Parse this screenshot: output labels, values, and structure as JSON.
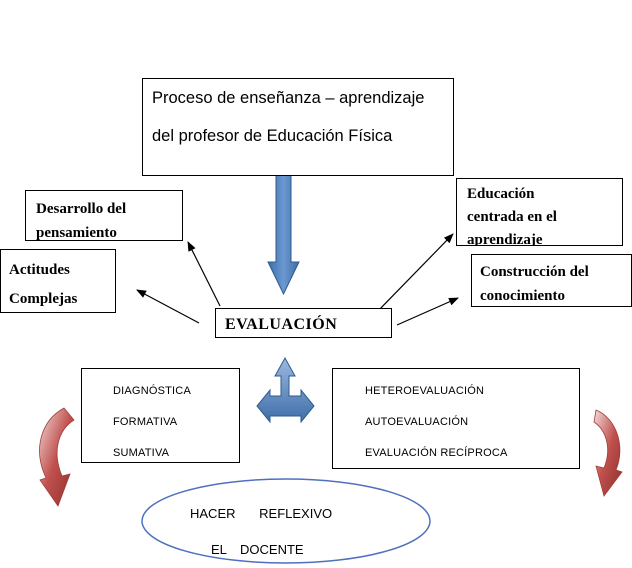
{
  "top_box": {
    "line1": "Proceso de enseñanza – aprendizaje",
    "line2": "del profesor de Educación Física"
  },
  "desarrollo": {
    "line1": "Desarrollo del",
    "line2": "pensamiento"
  },
  "actitudes": {
    "line1": "Actitudes",
    "line2": "Complejas"
  },
  "educacion": {
    "line1": "Educación",
    "line2": "centrada en el",
    "line3": "aprendizaje"
  },
  "construccion": {
    "line1": "Construcción del",
    "line2": "conocimiento"
  },
  "evaluacion": {
    "label": "EVALUACIÓN"
  },
  "left_list": {
    "items": [
      "DIAGNÓSTICA",
      "FORMATIVA",
      "SUMATIVA"
    ]
  },
  "right_list": {
    "items": [
      "HETEROEVALUACIÓN",
      "AUTOEVALUACIÓN",
      "EVALUACIÓN RECÍPROCA"
    ]
  },
  "ellipse": {
    "line1a": "HACER",
    "line1b": "REFLEXIVO",
    "line2a": "EL",
    "line2b": "DOCENTE"
  },
  "colors": {
    "blue_arrow": "#4f81bd",
    "red_arrow": "#c0504d",
    "ellipse_border": "#4f6fbf"
  }
}
